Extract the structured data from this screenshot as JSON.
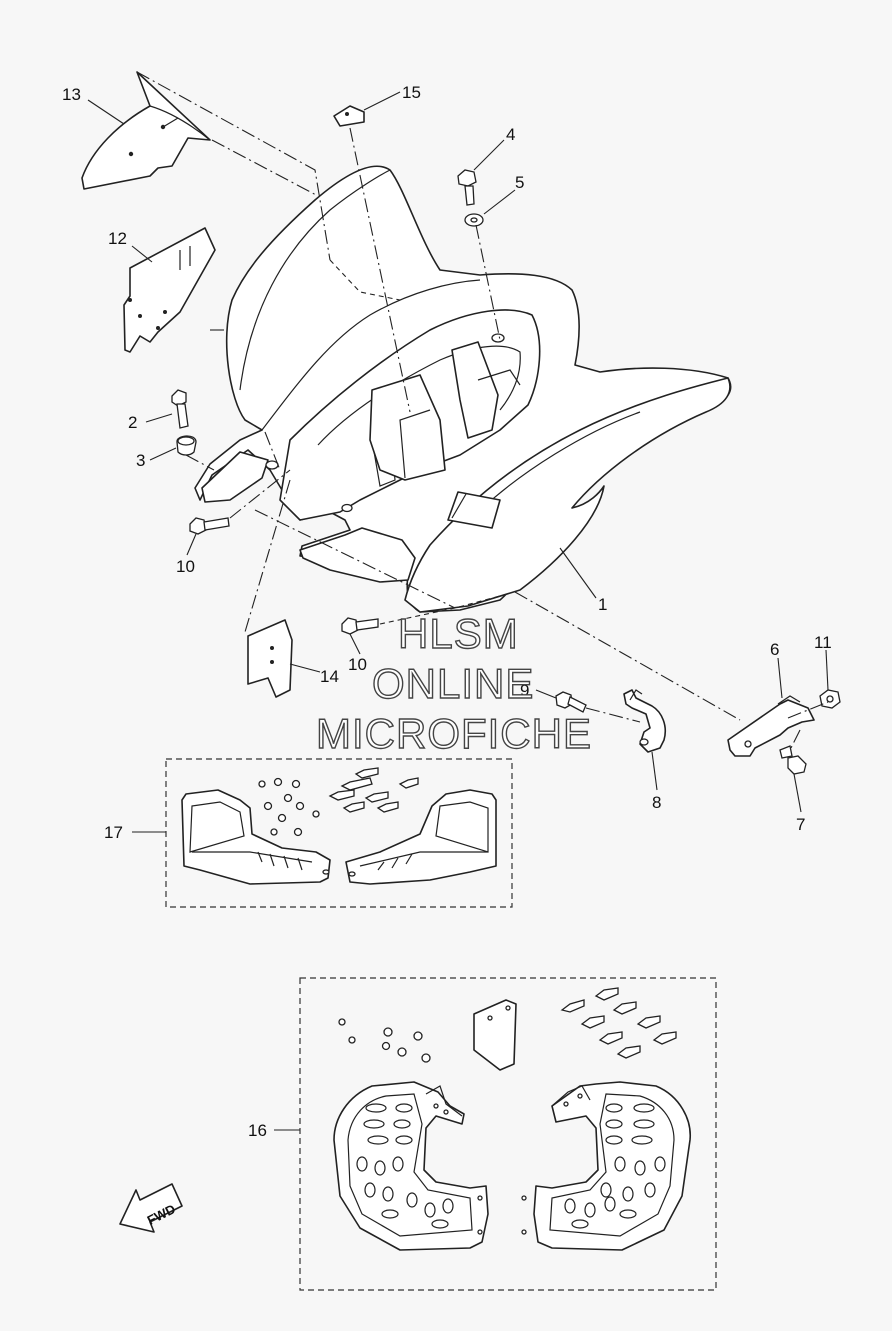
{
  "callouts": {
    "c1": "1",
    "c2": "2",
    "c3": "3",
    "c4": "4",
    "c5": "5",
    "c6": "6",
    "c7": "7",
    "c8": "8",
    "c9": "9",
    "c10a": "10",
    "c10b": "10",
    "c11": "11",
    "c12": "12",
    "c13": "13",
    "c14": "14",
    "c15": "15",
    "c16": "16",
    "c17": "17"
  },
  "watermark": {
    "line1": "HLSM",
    "line2": "ONLINE",
    "line3": "MICROFICHE"
  },
  "direction_label": "FWD"
}
